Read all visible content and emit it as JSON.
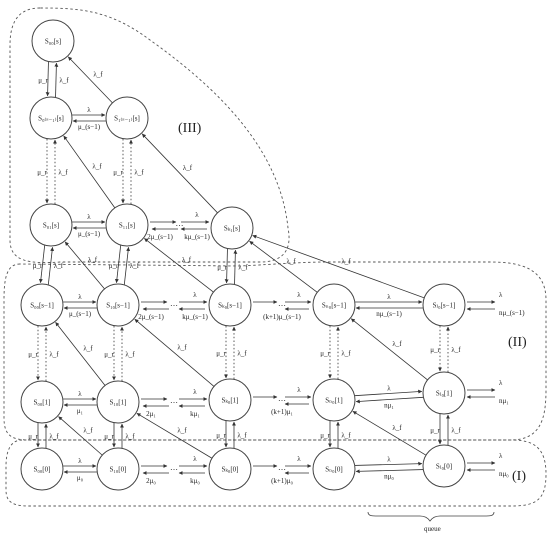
{
  "regions": [
    {
      "id": "III",
      "label": "(III)"
    },
    {
      "id": "II",
      "label": "(II)"
    },
    {
      "id": "I",
      "label": "(I)"
    }
  ],
  "states": {
    "s00s": "S₀₀[s]",
    "s0s1s": "S₀₍ₛ₋₁₎[s]",
    "s1s1s": "S₁₍ₛ₋₁₎[s]",
    "s01s": "S₀₁[s]",
    "s11s": "S₁₁[s]",
    "sk1s": "Sₖ₁[s]",
    "s00s1": "S₀₀[s−1]",
    "s10s1": "S₁₀[s−1]",
    "sk0s1": "Sₖ₀[s−1]",
    "sn0s1": "Sₙ₀[s−1]",
    "sl0s1": "Sₗ₀[s−1]",
    "s001": "S₀₀[1]",
    "s101": "S₁₀[1]",
    "sk01": "Sₖ₀[1]",
    "sn01": "Sₙ₀[1]",
    "sl01": "Sₗ₀[1]",
    "s000": "S₀₀[0]",
    "s100": "S₁₀[0]",
    "sk00": "Sₖ₀[0]",
    "sn00": "Sₙ₀[0]",
    "sl00": "Sₗ₀[0]"
  },
  "rates": {
    "lambda": "λ",
    "lambda_f": "λ_f",
    "mu_r": "μ_r",
    "mu_s1": "μ_(s−1)",
    "two_mu_s1": "2μ_(s−1)",
    "k_mu_s1": "kμ_(s−1)",
    "k1_mu_s1": "(k+1)μ_(s−1)",
    "n_mu_s1": "nμ_(s−1)",
    "mu_1": "μ₁",
    "two_mu_1": "2μ₁",
    "k_mu_1": "kμ₁",
    "k1_mu_1": "(k+1)μ₁",
    "n_mu_1": "nμ₁",
    "mu_0": "μ₀",
    "two_mu_0": "2μ₀",
    "k_mu_0": "kμ₀",
    "k1_mu_0": "(k+1)μ₀",
    "n_mu_0": "nμ₀"
  },
  "dots": "…",
  "queue_label": "queue"
}
